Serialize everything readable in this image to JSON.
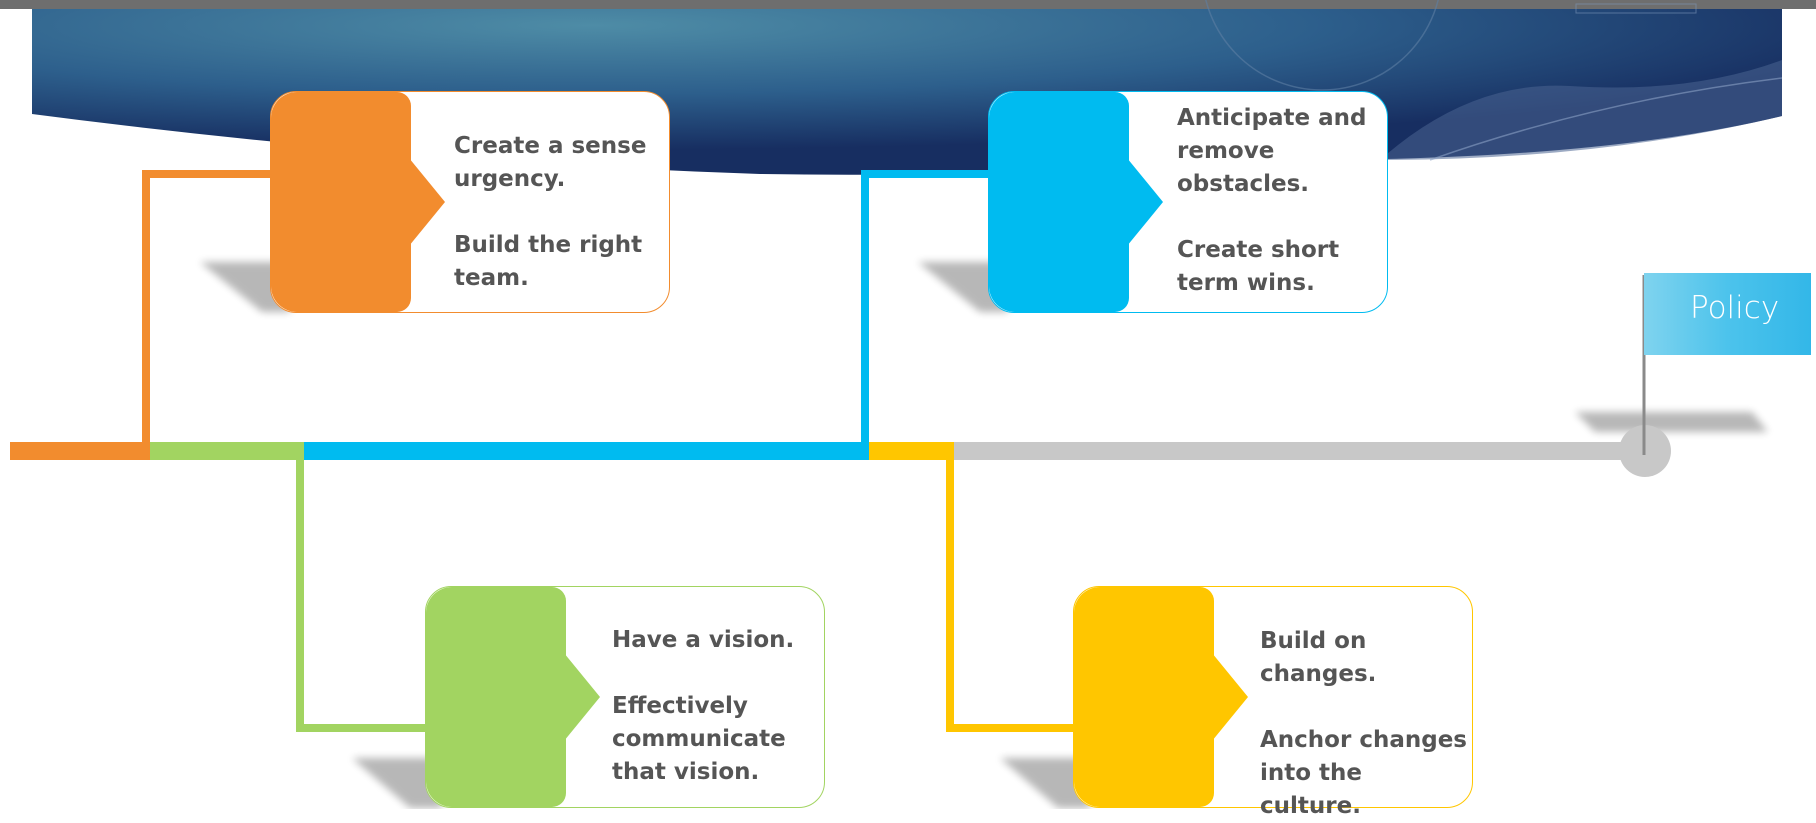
{
  "colors": {
    "orange": "#F28C2E",
    "green": "#A2D461",
    "blue": "#00BBF0",
    "yellow": "#FFC600",
    "gray": "#C8C8C8",
    "banner_dark": "#1E3F6E",
    "banner_light": "#4A8BA6"
  },
  "steps": [
    {
      "id": "step-1",
      "color": "orange",
      "lines": [
        "Create a sense urgency.",
        "Build the right team."
      ]
    },
    {
      "id": "step-2",
      "color": "green",
      "lines": [
        "Have a vision.",
        "Effectively communicate that vision."
      ]
    },
    {
      "id": "step-3",
      "color": "blue",
      "lines": [
        "Anticipate and remove obstacles.",
        "Create short term wins."
      ]
    },
    {
      "id": "step-4",
      "color": "yellow",
      "lines": [
        "Build on changes.",
        "Anchor changes into the culture."
      ]
    }
  ],
  "goal": {
    "label": "Policy",
    "icon": "flag-icon"
  }
}
